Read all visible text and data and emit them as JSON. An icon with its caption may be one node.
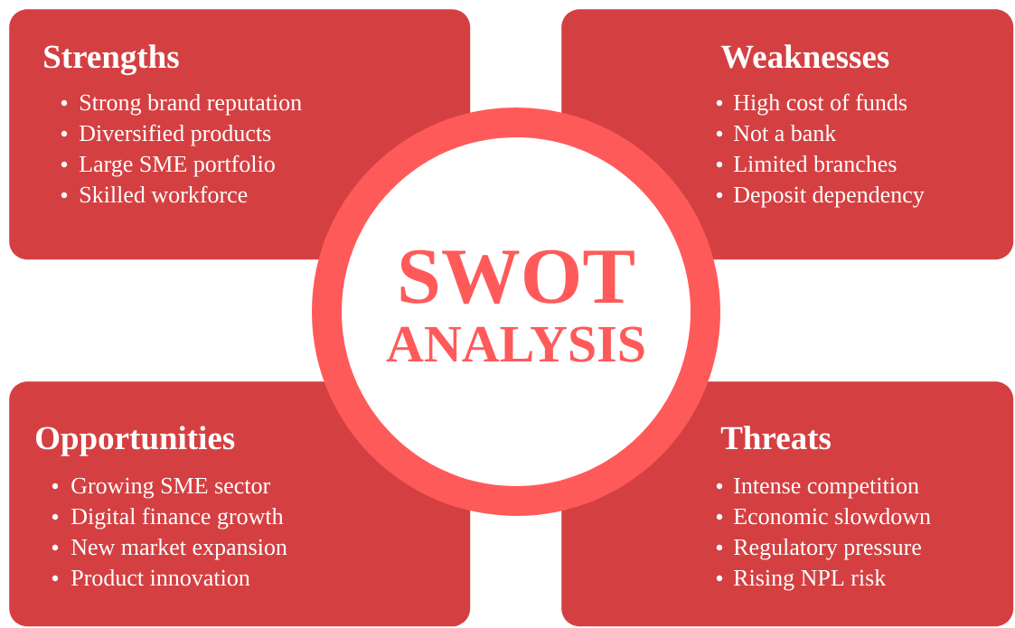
{
  "diagram": {
    "nodes": [
      {
        "text": [
          "Strengths",
          "Strong brand reputation",
          "Diversified products",
          "Large SME portfolio",
          "Skilled workforce"
        ]
      },
      {
        "text": [
          "Weaknesses",
          "High cost of funds",
          "Not a bank",
          "Limited branches",
          "Deposit dependency"
        ]
      },
      {
        "text": [
          "SWOT",
          "ANALYSIS"
        ]
      },
      {
        "text": [
          "Opportunities",
          "Growing SME sector",
          "Digital finance growth",
          "New market expansion",
          "Product innovation"
        ]
      },
      {
        "text": [
          "Threats",
          "Intense competition",
          "Economic slowdown",
          "Regulatory pressure",
          "Rising NPL risk"
        ]
      }
    ]
  }
}
